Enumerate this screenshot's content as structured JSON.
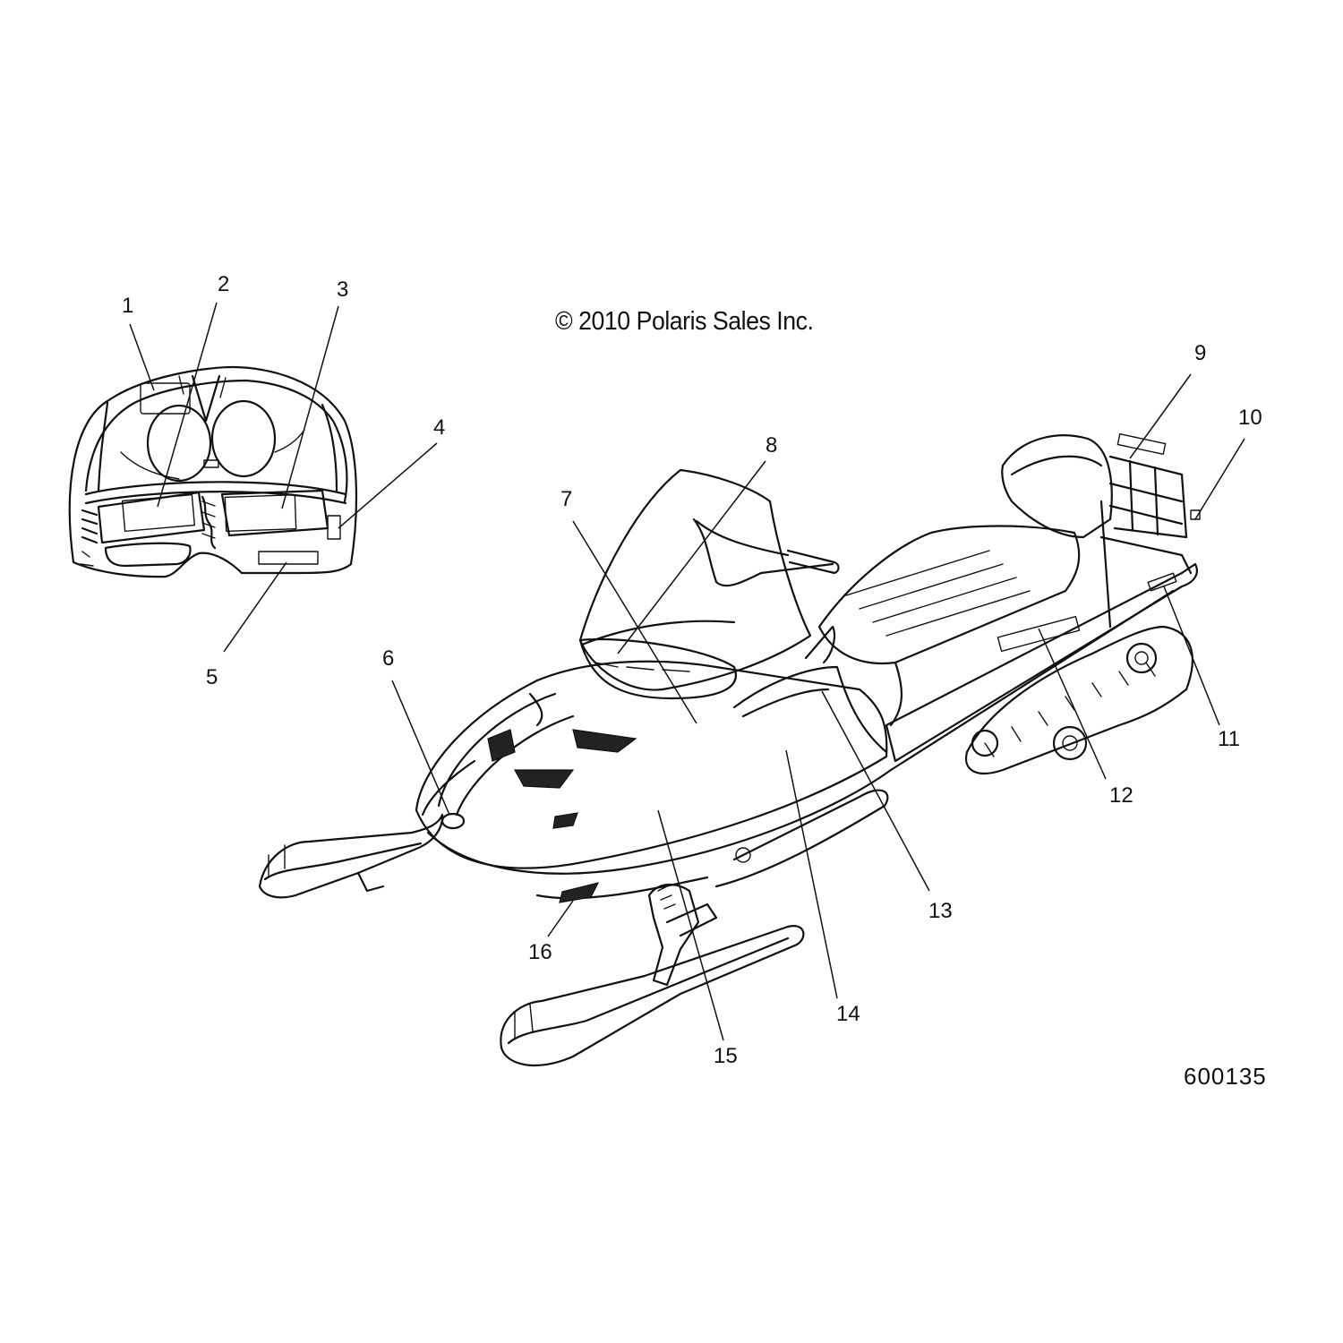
{
  "copyright": "© 2010 Polaris Sales Inc.",
  "figure_id": "600135",
  "callouts": [
    "1",
    "2",
    "3",
    "4",
    "5",
    "6",
    "7",
    "8",
    "9",
    "10",
    "11",
    "12",
    "13",
    "14",
    "15",
    "16"
  ],
  "colors": {
    "ink": "#111111",
    "background": "#ffffff"
  }
}
